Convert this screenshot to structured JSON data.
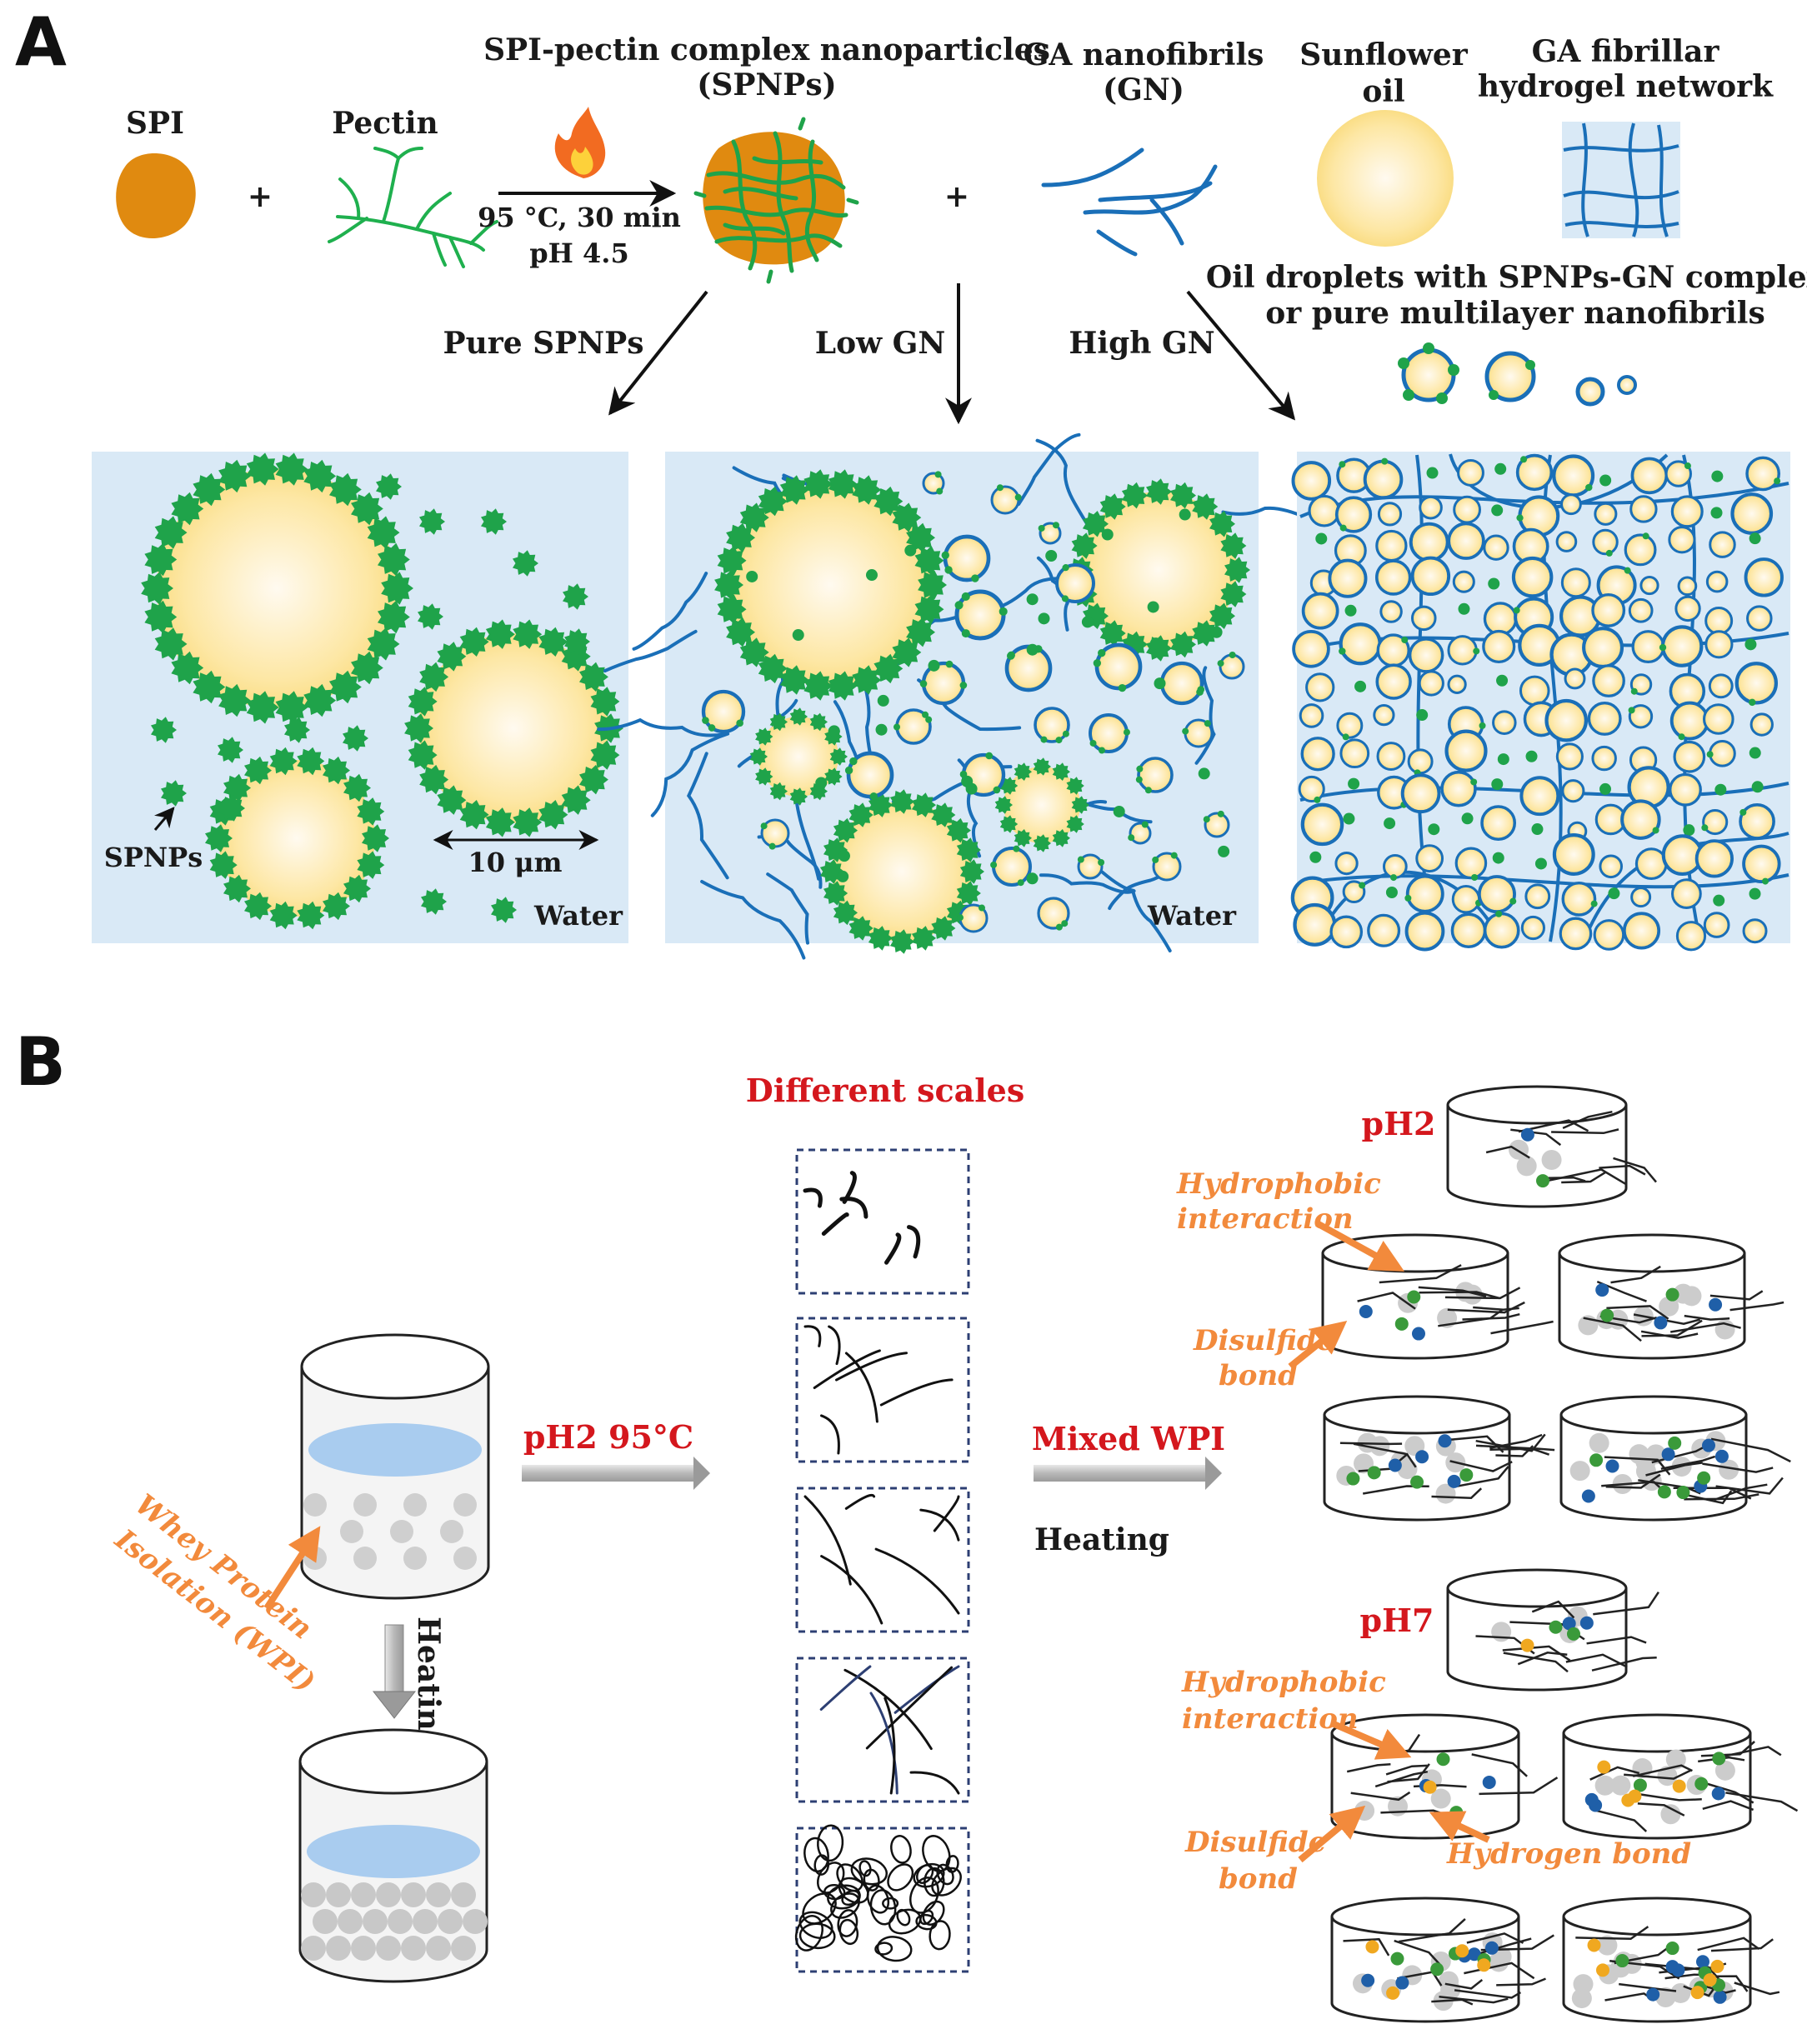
{
  "panel_a": {
    "letter": "A",
    "labels": {
      "spi": "SPI",
      "plus1": "+",
      "pectin": "Pectin",
      "condition1": "95 °C, 30 min",
      "condition2": "pH 4.5",
      "spnps_title1": "SPI-pectin complex nanoparticles",
      "spnps_title2": "(SPNPs)",
      "plus2": "+",
      "gn_title1": "GA nanofibrils",
      "gn_title2": "(GN)",
      "oil_title1": "Sunflower",
      "oil_title2": "oil",
      "hydrogel_title1": "GA fibrillar",
      "hydrogel_title2": "hydrogel network",
      "droplets_title1": "Oil droplets with SPNPs-GN complex",
      "droplets_title2": "or pure multilayer nanofibrils",
      "pure_spnps": "Pure SPNPs",
      "low_gn": "Low GN",
      "high_gn": "High GN",
      "spnps_pointer": "SPNPs",
      "scale": "10 μm",
      "water1": "Water",
      "water2": "Water"
    },
    "colors": {
      "spi": "#e08a10",
      "spnp": "#1fa34a",
      "fibril": "#1a6fb8",
      "oil": "#fde39a",
      "panel_bg": "#d9e9f6"
    },
    "icons": [
      "flame-icon"
    ]
  },
  "panel_b": {
    "letter": "B",
    "labels": {
      "step1": "pH2 95°C",
      "wpi1": "Whey Protein",
      "wpi2": "Isolation  (WPI)",
      "heating_vertical": "Heating",
      "scales_title": "Different scales",
      "step2": "Mixed WPI",
      "heating": "Heating",
      "ph2": "pH2",
      "ph7": "pH7",
      "hydrophobic_a1": "Hydrophobic",
      "hydrophobic_a2": "interaction",
      "disulfide_a1": "Disulfide",
      "disulfide_a2": "bond",
      "hydrophobic_b1": "Hydrophobic",
      "hydrophobic_b2": "interaction",
      "disulfide_b1": "Disulfide",
      "disulfide_b2": "bond",
      "hydrogen": "Hydrogen bond"
    },
    "colors": {
      "red_text": "#d4171d",
      "orange_text": "#f28a3c",
      "blue_node": "#1f5fa8",
      "green_node": "#3a9a3a",
      "yellow_node": "#f0a820",
      "gray_particle": "#cccccc"
    }
  }
}
